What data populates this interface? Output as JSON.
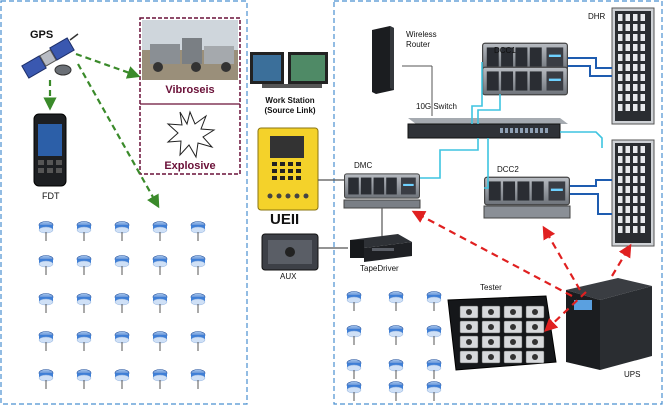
{
  "labels": {
    "gps": "GPS",
    "fdt": "FDT",
    "vibroseis": "Vibroseis",
    "explosive": "Explosive",
    "workstation_line1": "Work Station",
    "workstation_line2": "(Source Link)",
    "ueii": "UEII",
    "aux": "AUX",
    "dmc": "DMC",
    "tapedriver": "TapeDriver",
    "wireless_router_line1": "Wireless",
    "wireless_router_line2": "Router",
    "dcc1": "DCC1",
    "dcc2": "DCC2",
    "switch_10g": "10G Switch",
    "dhr": "DHR",
    "tester": "Tester",
    "ups": "UPS"
  },
  "colors": {
    "dash_border": "#4a90d0",
    "source_box_border": "#6a1038",
    "gps_arrow": "#3a8a2a",
    "ups_arrow": "#e02020",
    "link_cyan": "#3ec4e0",
    "link_blue": "#1e5cb0",
    "ueii_yellow": "#f4d22a"
  },
  "icons": {
    "gps": "satellite-icon",
    "fdt": "handheld-device-icon",
    "vibroseis": "vibroseis-truck-photo",
    "explosive": "explosion-star-icon",
    "workstation": "dual-monitor-icon",
    "ueii": "encoder-unit-icon",
    "aux": "aux-unit-icon",
    "dmc": "server-rack-icon",
    "tapedriver": "tape-drive-icon",
    "wireless_router": "router-icon",
    "switch": "network-switch-icon",
    "dhr": "data-rack-icon",
    "tester": "tester-tray-icon",
    "ups": "ups-icon",
    "sensor": "geophone-sensor-icon"
  }
}
